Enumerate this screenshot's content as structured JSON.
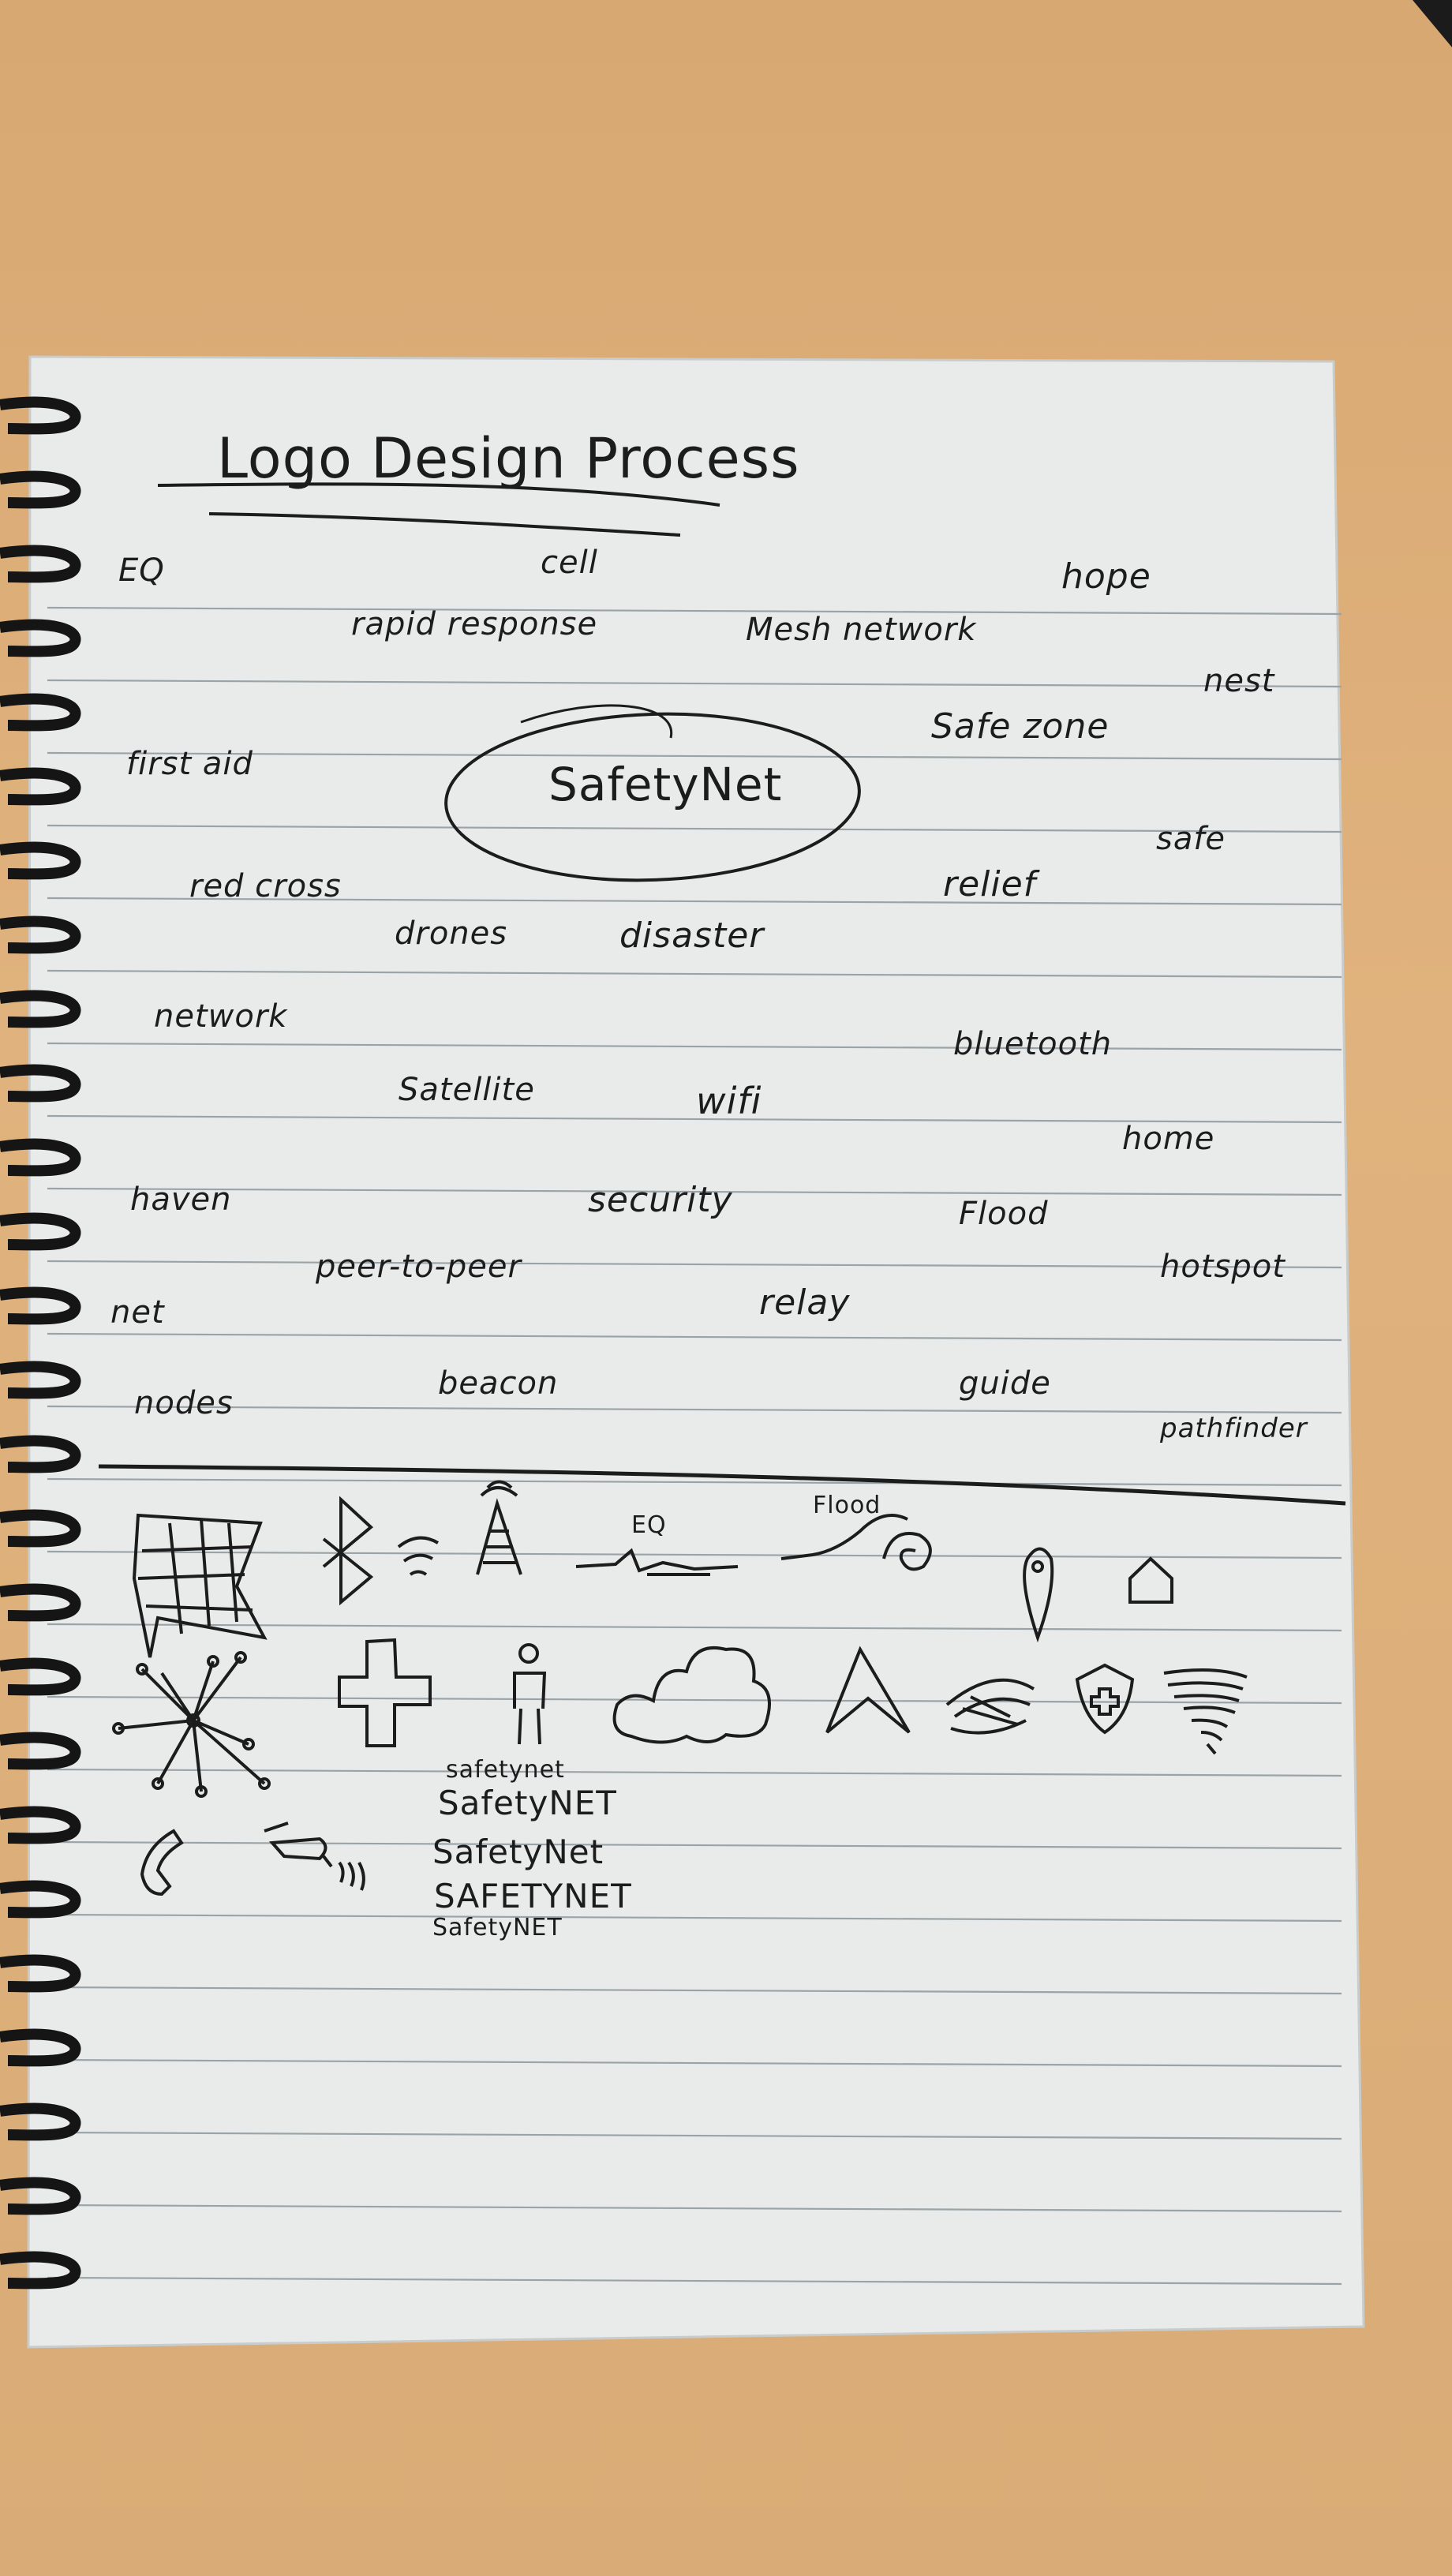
{
  "title": "Logo Design Process",
  "center_word": "SafetyNet",
  "words": {
    "eq": "EQ",
    "cell": "cell",
    "hope": "hope",
    "rapid_response": "rapid response",
    "mesh_network": "Mesh network",
    "nest": "nest",
    "safe_zone": "Safe zone",
    "first_aid": "first aid",
    "safe": "safe",
    "red_cross": "red cross",
    "relief": "relief",
    "drones": "drones",
    "disaster": "disaster",
    "network": "network",
    "bluetooth": "bluetooth",
    "satellite": "Satellite",
    "wifi": "wifi",
    "home": "home",
    "haven": "haven",
    "security": "security",
    "flood": "Flood",
    "peer_to_peer": "peer-to-peer",
    "hotspot": "hotspot",
    "net": "net",
    "relay": "relay",
    "beacon": "beacon",
    "guide": "guide",
    "nodes": "nodes",
    "pathfinder": "pathfinder"
  },
  "sketch_labels": {
    "eq": "EQ",
    "flood": "Flood"
  },
  "logo_variants": [
    "safetynet",
    "SafetyNET",
    "SafetyNet",
    "SAFETYNET",
    "SafetyNET"
  ],
  "icons": [
    "spider-web-icon",
    "bluetooth-icon",
    "wifi-icon",
    "cell-tower-icon",
    "earthquake-icon",
    "wave-icon",
    "map-pin-icon",
    "house-icon",
    "node-network-icon",
    "cross-icon",
    "person-icon",
    "cloud-icon",
    "arrow-icon",
    "nest-icon",
    "shield-cross-icon",
    "tornado-icon",
    "phone-icon",
    "satellite-icon"
  ],
  "colors": {
    "desk": "#dcae78",
    "paper": "#e9ecec",
    "ink": "#1c1c1c",
    "rule": "#9aa2a6",
    "spiral": "#1a1a1a"
  }
}
